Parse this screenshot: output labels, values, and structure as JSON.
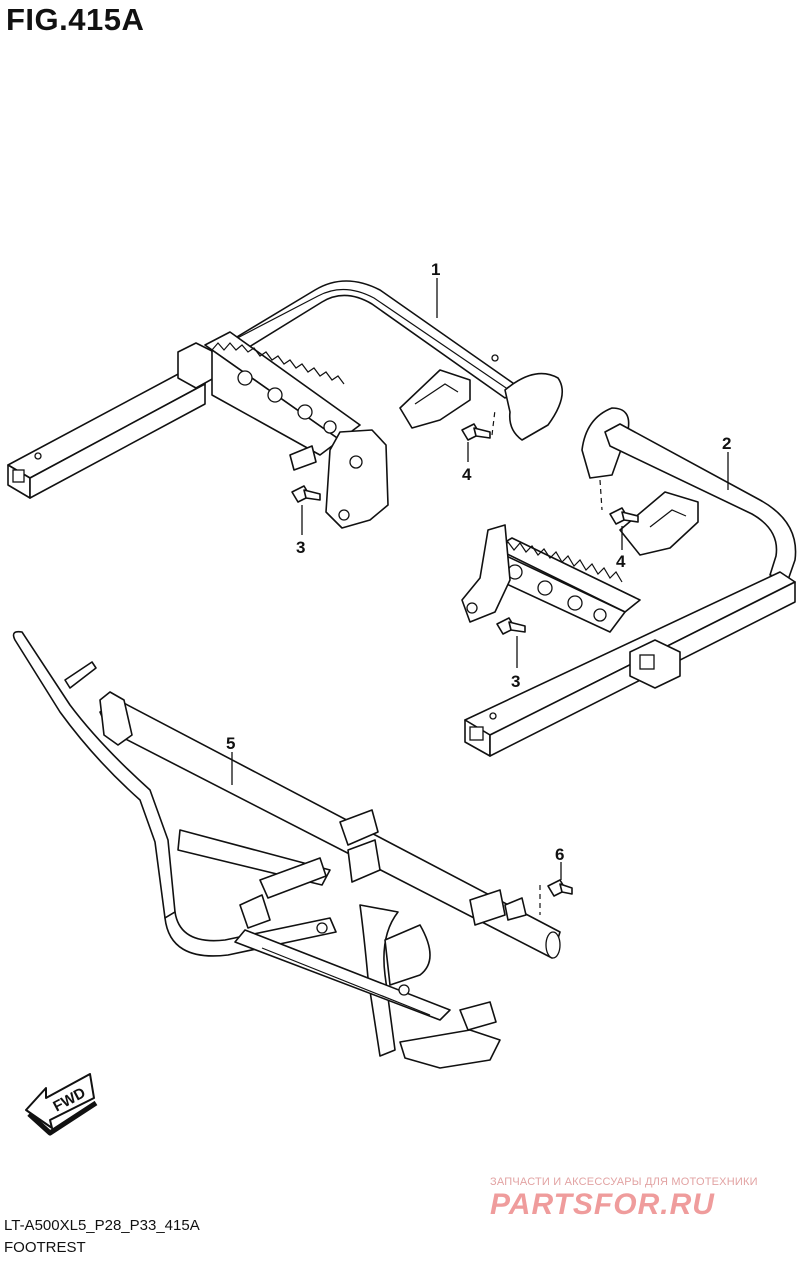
{
  "figure": {
    "title": "FIG.415A",
    "code": "LT-A500XL5_P28_P33_415A",
    "name": "FOOTREST"
  },
  "callouts": {
    "c1": "1",
    "c2": "2",
    "c3a": "3",
    "c4a": "4",
    "c3b": "3",
    "c4b": "4",
    "c5": "5",
    "c6": "6"
  },
  "fwd_label": "FWD",
  "watermark": {
    "line1": "ЗАПЧАСТИ И АКСЕССУАРЫ ДЛЯ МОТОТЕХНИКИ",
    "logo": "PARTSFOR.RU"
  }
}
